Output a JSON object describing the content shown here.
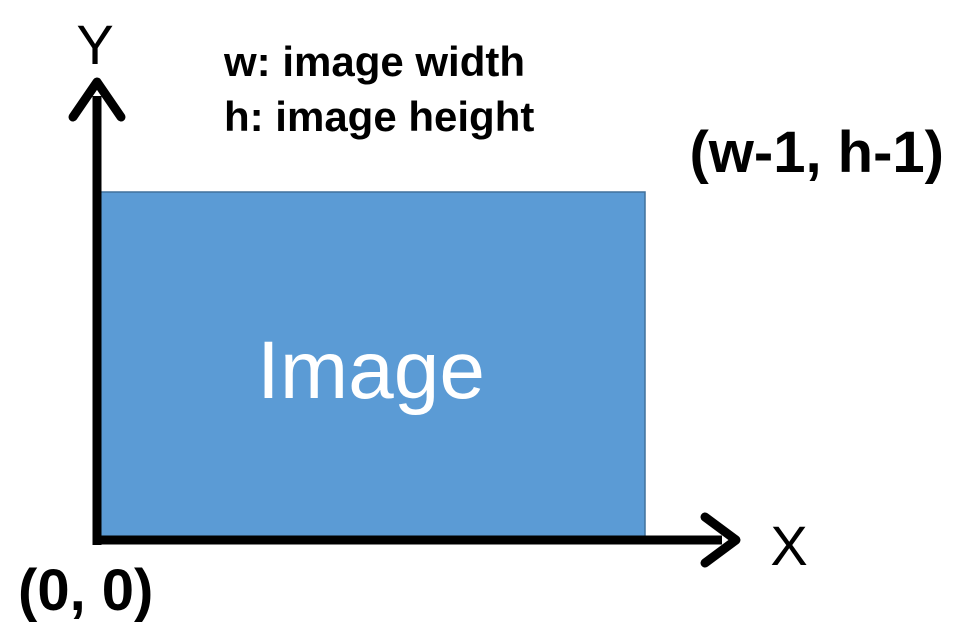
{
  "legend": {
    "width_def": "w: image width",
    "height_def": "h: image height"
  },
  "axes": {
    "x_label": "X",
    "y_label": "Y",
    "origin_label": "(0, 0)",
    "corner_label": "(w-1, h-1)"
  },
  "image_box": {
    "label": "Image",
    "fill_color": "#5B9BD5",
    "border_color": "#41719C"
  },
  "colors": {
    "axis": "#000000",
    "background": "#FFFFFF"
  }
}
